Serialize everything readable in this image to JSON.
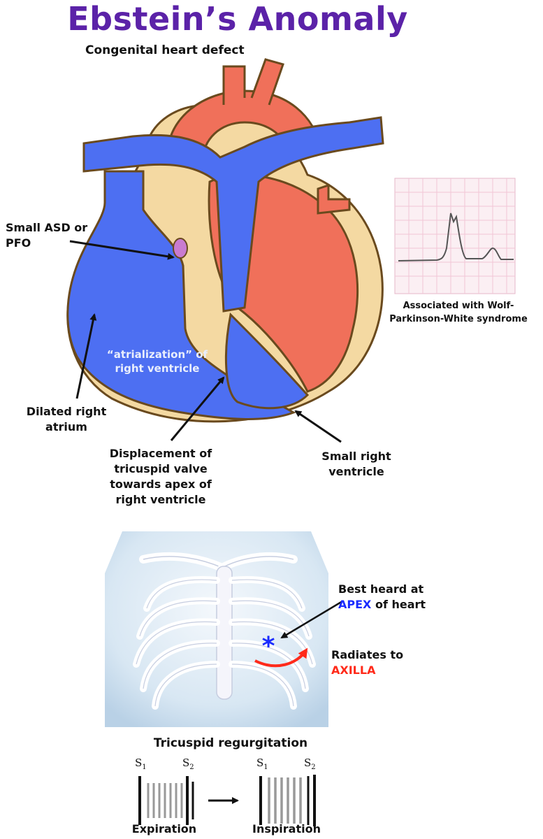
{
  "title": "Ebstein’s Anomaly",
  "subtitle": "Congenital heart defect",
  "heart_labels": {
    "asd": [
      "Small ASD or",
      "PFO"
    ],
    "atrium": [
      "Dilated right",
      "atrium"
    ],
    "atrialization": [
      "“atrialization” of",
      "right ventricle"
    ],
    "displacement": [
      "Displacement of",
      "tricuspid valve",
      "towards apex of",
      "right ventricle"
    ],
    "small_rv": [
      "Small right",
      "ventricle"
    ]
  },
  "ecg": {
    "caption": [
      "Associated with Wolf-",
      "Parkinson-White syndrome"
    ]
  },
  "chest": {
    "best_heard": "Best heard at",
    "apex": "APEX",
    "of_heart": "of heart",
    "radiates": "Radiates to",
    "axilla": "AXILLA"
  },
  "murmur": {
    "title": "Tricuspid regurgitation",
    "s1": "S",
    "s1_sub": "1",
    "s2": "S",
    "s2_sub": "2",
    "expiration": "Expiration",
    "inspiration": "Inspiration"
  },
  "colors": {
    "title": "#5b22a8",
    "blue_vessel": "#4d6ff2",
    "red_vessel": "#f0705a",
    "outline": "#f3d59c",
    "apex": "#1a2bff",
    "axilla": "#ff2a1a"
  }
}
